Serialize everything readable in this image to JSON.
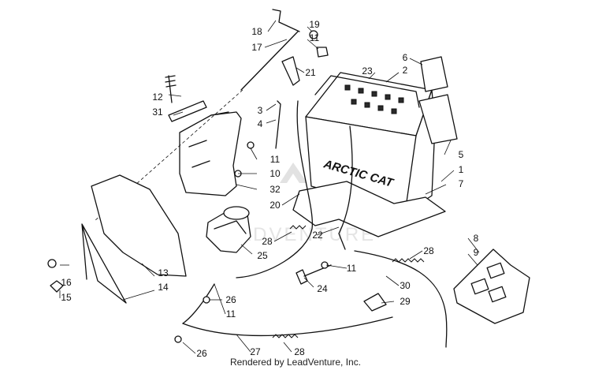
{
  "diagram": {
    "callouts": [
      "1",
      "2",
      "3",
      "4",
      "5",
      "6",
      "7",
      "8",
      "9",
      "10",
      "11",
      "12",
      "13",
      "14",
      "15",
      "16",
      "17",
      "18",
      "19",
      "20",
      "21",
      "22",
      "23",
      "24",
      "25",
      "26",
      "27",
      "28",
      "29",
      "30",
      "31",
      "32"
    ],
    "battery_brand": "ARCTIC CAT",
    "watermark": "LEADVENTURE",
    "credit": "Rendered by LeadVenture, Inc."
  }
}
